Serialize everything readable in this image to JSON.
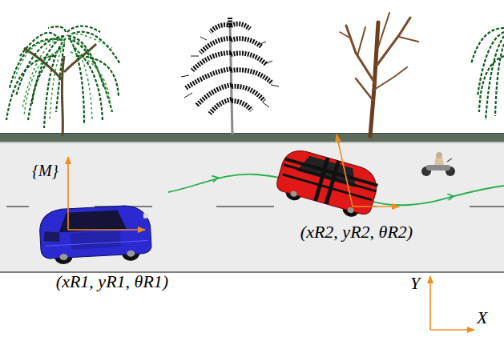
{
  "diagram": {
    "labels": [
      "{M}",
      "(xR1, yR1, θR1)",
      "(xR2, yR2, θR2)",
      "Y",
      "X"
    ]
  }
}
